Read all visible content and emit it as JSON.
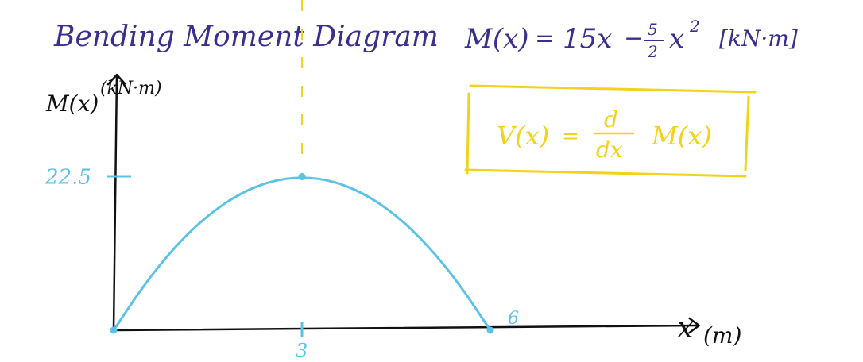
{
  "title": "Bending Moment Diagram",
  "equation": {
    "lhs": "M(x)",
    "eq": "=",
    "term1": "15x",
    "minus": "−",
    "frac_num": "5",
    "frac_den": "2",
    "var": "x",
    "exp": "2",
    "unit": "[kN·m]"
  },
  "boxed_relation": {
    "lhs": "V(x)",
    "eq": "=",
    "d_num": "d",
    "d_den": "dx",
    "rhs": "M(x)"
  },
  "axes": {
    "y_label": "M(x)",
    "y_unit": "(kN·m)",
    "x_label": "x",
    "x_unit": "(m)"
  },
  "colors": {
    "ink": "#3a2f8f",
    "curve": "#5bc2e7",
    "highlight": "#f3d21c",
    "axis": "#111111"
  },
  "chart_data": {
    "type": "line",
    "function": "M(x) = 15x - (5/2)x^2",
    "x": [
      0,
      0.5,
      1,
      1.5,
      2,
      2.5,
      3,
      3.5,
      4,
      4.5,
      5,
      5.5,
      6
    ],
    "y": [
      0,
      6.875,
      12.5,
      16.875,
      20,
      21.875,
      22.5,
      21.875,
      20,
      16.875,
      12.5,
      6.875,
      0
    ],
    "xlim": [
      0,
      9.3
    ],
    "ylim": [
      0,
      38
    ],
    "labeled_points": [
      {
        "label": "6",
        "x": 6,
        "y": 0
      }
    ],
    "x_tick_labels": [
      {
        "value": 3,
        "label": "3"
      }
    ],
    "y_tick_labels": [
      {
        "value": 22.5,
        "label": "22.5"
      }
    ],
    "max_point": {
      "x": 3,
      "y": 22.5
    },
    "grid": false
  }
}
